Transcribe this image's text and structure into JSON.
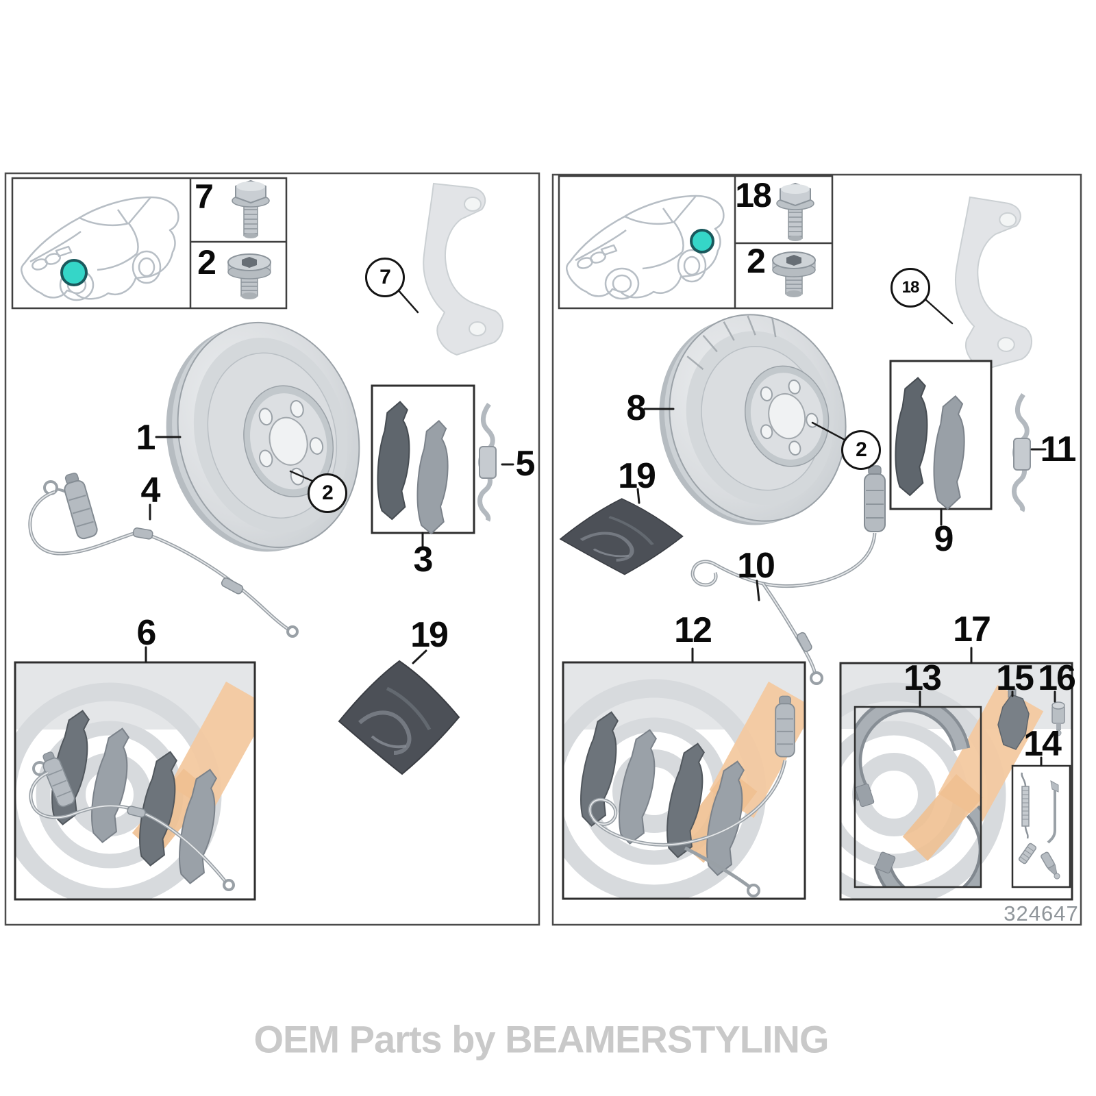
{
  "watermark": {
    "text": "OEM Parts by BEAMERSTYLING"
  },
  "doc_number": "324647",
  "colors": {
    "highlight_teal": "#35d6c8",
    "highlight_teal_stroke": "#1a585c",
    "watermark_orange": "#f3c9a0",
    "watermark_gray": "#d7dadd",
    "line_art_gray": "#9aa1a7",
    "label_black": "#0a0a0a",
    "watermark_text_gray": "#c9c9c9",
    "doc_number_gray": "#8f959a"
  },
  "callouts": {
    "disc_front": "1",
    "fit_bolt": "2",
    "pads_front": "3",
    "sensor_front": "4",
    "clip_front": "5",
    "kit_front": "6",
    "carrier_bolt_front": "7",
    "disc_rear": "8",
    "pads_rear": "9",
    "sensor_rear": "10",
    "clip_rear": "11",
    "kit_rear": "12",
    "shoes": "13",
    "hardware_kit": "14",
    "shoe_bracket": "15",
    "shoe_pin": "16",
    "parking_group": "17",
    "carrier_bolt_rear": "18",
    "grease": "19"
  }
}
